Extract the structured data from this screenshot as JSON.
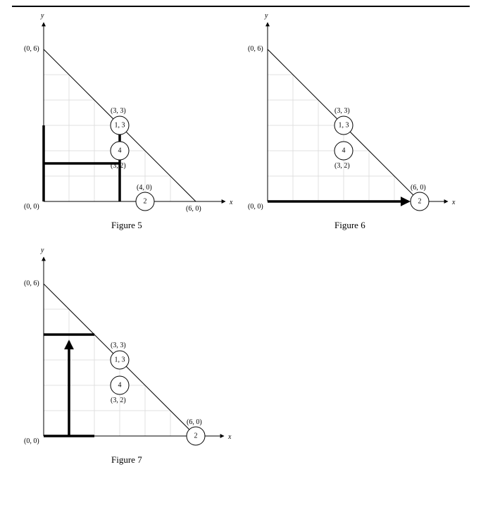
{
  "figures": [
    {
      "caption": "Figure 5",
      "axes": {
        "x": "x",
        "y": "y"
      },
      "points": {
        "origin": "(0, 0)",
        "y_intercept": "(0, 6)",
        "x_intercept": "(6, 0)",
        "p33": "(3, 3)",
        "p32": "(3, 2)",
        "p40": "(4, 0)"
      },
      "nodes": [
        "1, 3",
        "4",
        "2"
      ]
    },
    {
      "caption": "Figure 6",
      "axes": {
        "x": "x",
        "y": "y"
      },
      "points": {
        "origin": "(0, 0)",
        "y_intercept": "(0, 6)",
        "p33": "(3, 3)",
        "p32": "(3, 2)",
        "p60": "(6, 0)"
      },
      "nodes": [
        "1, 3",
        "4",
        "2"
      ]
    },
    {
      "caption": "Figure 7",
      "axes": {
        "x": "x",
        "y": "y"
      },
      "points": {
        "origin": "(0, 0)",
        "y_intercept": "(0, 6)",
        "p33": "(3, 3)",
        "p32": "(3, 2)",
        "p60": "(6, 0)"
      },
      "nodes": [
        "1, 3",
        "4",
        "2"
      ]
    }
  ]
}
